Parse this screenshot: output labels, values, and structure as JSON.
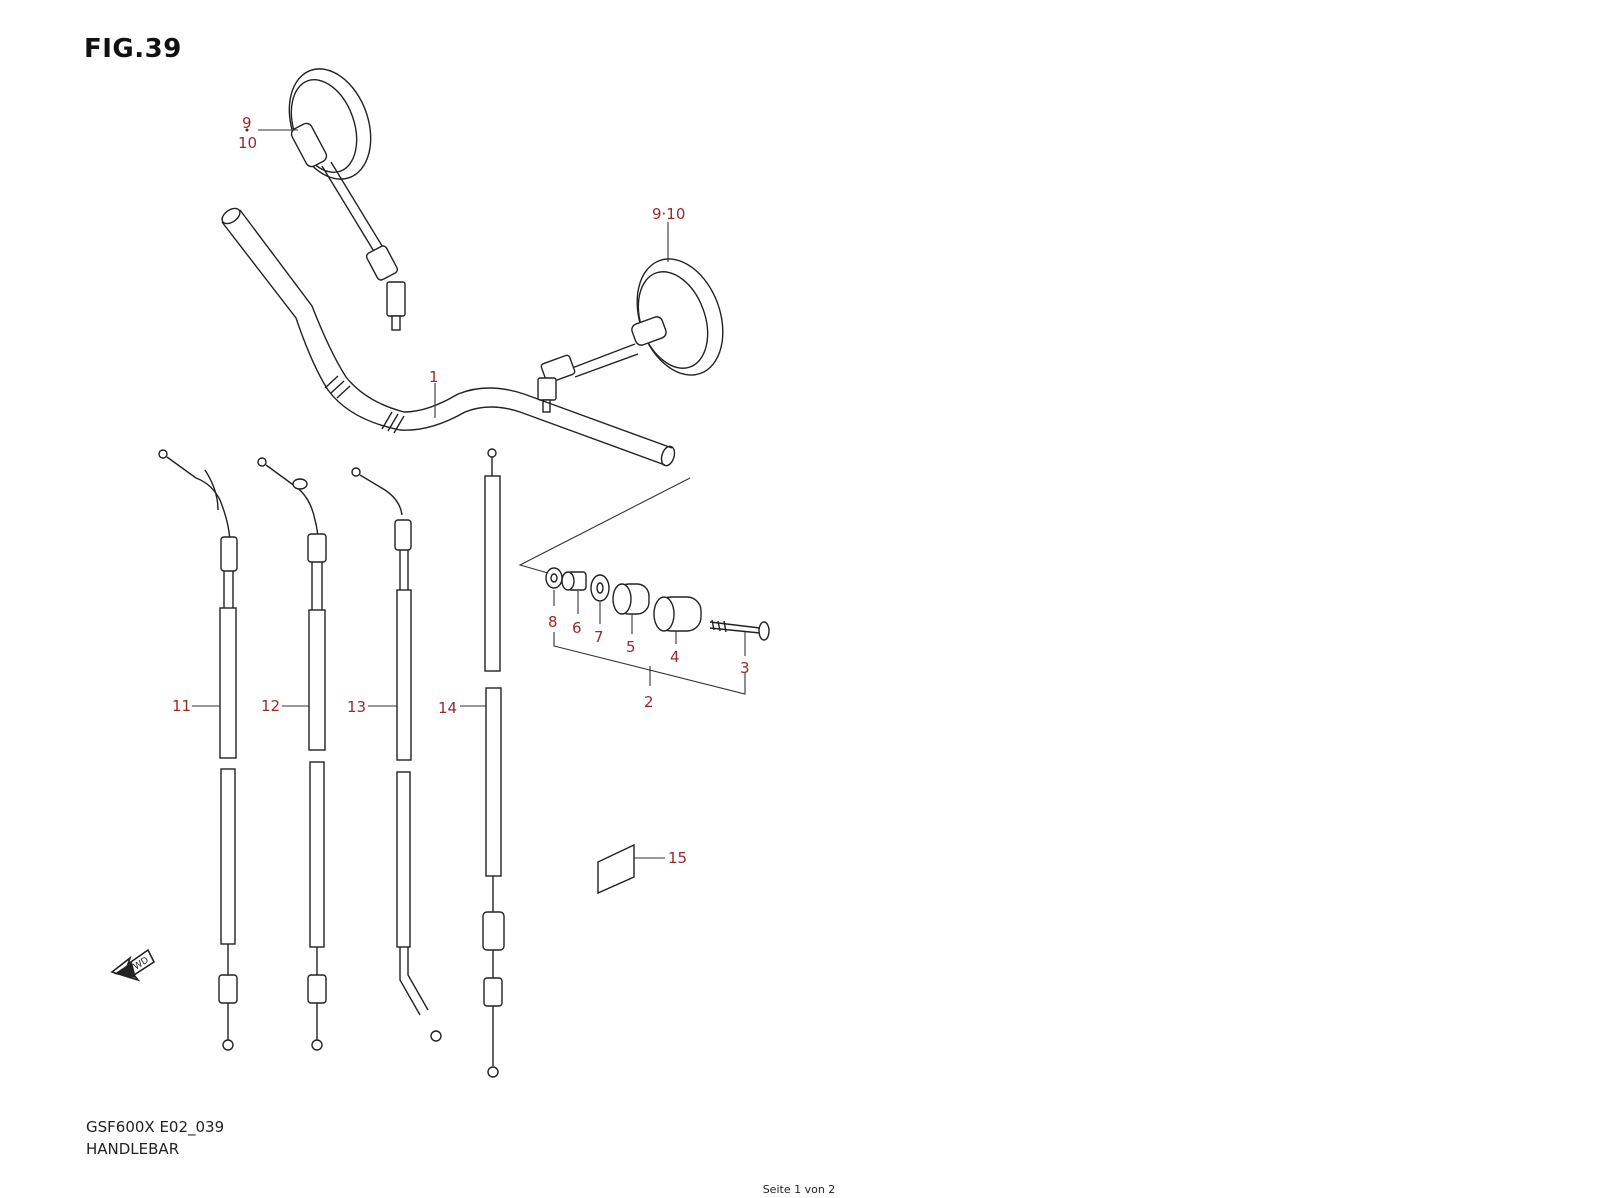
{
  "figure": {
    "title": "FIG.39",
    "model_code": "GSF600X E02_039",
    "section_name": "HANDLEBAR",
    "page_footer": "Seite 1 von 2"
  },
  "callouts": {
    "c1": "1",
    "c2": "2",
    "c3": "3",
    "c4": "4",
    "c5": "5",
    "c6": "6",
    "c7": "7",
    "c8": "8",
    "c9": "9",
    "c10": "10",
    "c910": "9·10",
    "c11": "11",
    "c12": "12",
    "c13": "13",
    "c14": "14",
    "c15": "15"
  },
  "fwd_label": "FWD",
  "colors": {
    "callout": "#9a2a2a",
    "line": "#222222"
  }
}
